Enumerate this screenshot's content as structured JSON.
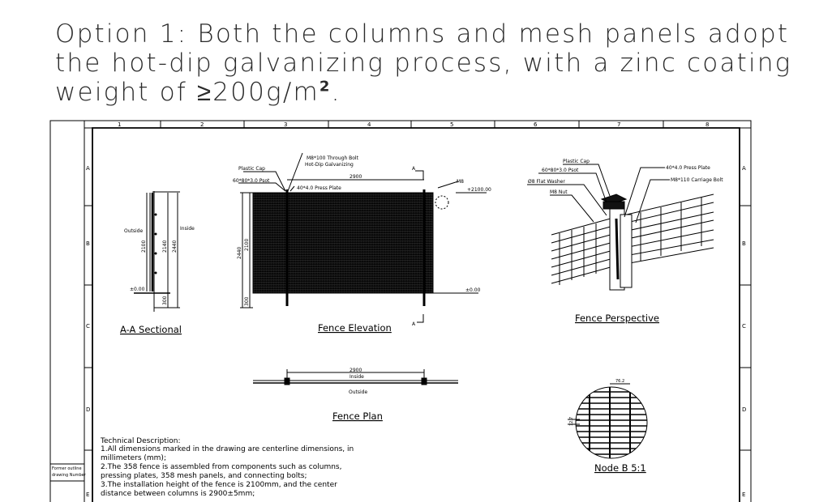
{
  "headline": {
    "line1": "Option 1: Both the columns and mesh panels adopt",
    "line2": "the hot-dip galvanizing process, with a zinc coating",
    "line3": "weight of ≥200g/m",
    "superscript": "2",
    "period": "."
  },
  "frame": {
    "columns": [
      "1",
      "2",
      "3",
      "4",
      "5",
      "6",
      "7",
      "8"
    ],
    "rows": [
      "A",
      "B",
      "C",
      "D",
      "E"
    ],
    "former_outline_label_1": "Former outline",
    "former_outline_label_2": "drawing Number"
  },
  "sectional": {
    "title": "A-A Sectional",
    "outside": "Outside",
    "inside": "Inside",
    "dim_2100": "2100",
    "dim_2140": "2140",
    "dim_2440": "2440",
    "dim_300": "300",
    "level": "±0.00"
  },
  "elevation": {
    "title": "Fence Elevation",
    "plastic_cap": "Plastic Cap",
    "post": "60*80*3.0 Psot",
    "bolt": "M8*100 Through Bolt",
    "galvanizing": "Hot-Dip Galvanizing",
    "press_plate": "40*4.0 Press Plate",
    "dim_2900": "2900",
    "m8": "M8",
    "level_top": "+2100.00",
    "level_zero": "±0.00",
    "dim_2440": "2440",
    "dim_2100": "2100",
    "dim_300": "300",
    "section_mark": "A"
  },
  "perspective": {
    "title": "Fence Perspective",
    "plastic_cap": "Plastic Cap",
    "post": "60*80*3.0 Psot",
    "washer": "Ø8 Flat Washer",
    "nut": "M8 Nut",
    "press_plate": "40*4.0 Press Plate",
    "carriage_bolt": "M8*110 Carriage Bolt"
  },
  "plan": {
    "title": "Fence Plan",
    "dim_2900": "2900",
    "inside": "Inside",
    "outside": "Outside"
  },
  "node": {
    "title": "Node B 5:1",
    "dim_top": "76.2",
    "dim_side": "12.7"
  },
  "technical": {
    "heading": "Technical Description:",
    "lines": [
      "1.All dimensions marked in the drawing are centerline dimensions, in",
      "millimeters (mm);",
      "2.The 358 fence is assembled from components such as columns,",
      "pressing plates, 358 mesh panels, and connecting bolts;",
      "3.The installation height of the fence is 2100mm, and the center",
      "distance between columns is 2900±5mm;"
    ]
  }
}
